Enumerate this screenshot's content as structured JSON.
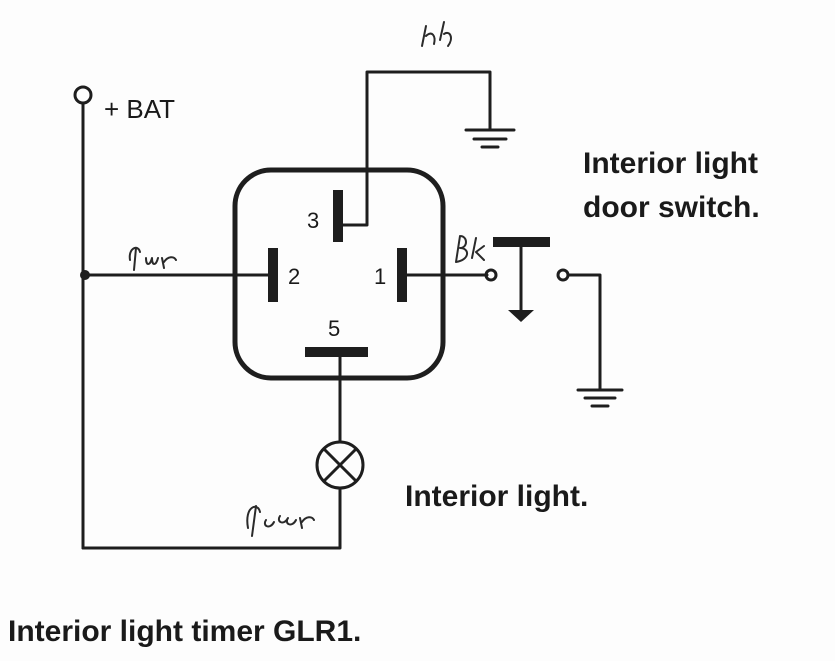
{
  "labels": {
    "battery": "+ BAT",
    "door_switch_line1": "Interior light",
    "door_switch_line2": "door switch.",
    "interior_light": "Interior light.",
    "title": "Interior light timer GLR1."
  },
  "pins": {
    "pin1": "1",
    "pin2": "2",
    "pin3": "3",
    "pin5": "5"
  },
  "colors": {
    "ink": "#1e1e1e",
    "paper": "#fdfdfd"
  }
}
